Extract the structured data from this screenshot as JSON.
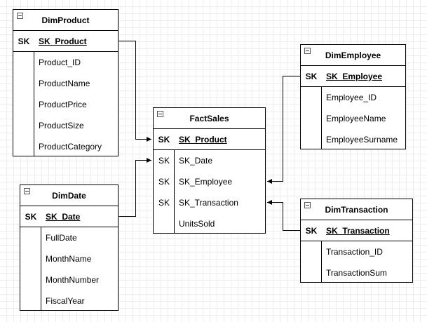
{
  "tables": {
    "dim_product": {
      "title": "DimProduct",
      "pk": {
        "key": "SK",
        "name": "SK_Product"
      },
      "fields": [
        "Product_ID",
        "ProductName",
        "ProductPrice",
        "ProductSize",
        "ProductCategory"
      ]
    },
    "dim_date": {
      "title": "DimDate",
      "pk": {
        "key": "SK",
        "name": "SK_Date"
      },
      "fields": [
        "FullDate",
        "MonthName",
        "MonthNumber",
        "FiscalYear"
      ]
    },
    "fact_sales": {
      "title": "FactSales",
      "pk": {
        "key": "SK",
        "name": "SK_Product"
      },
      "rows": [
        {
          "key": "SK",
          "name": "SK_Date"
        },
        {
          "key": "SK",
          "name": "SK_Employee"
        },
        {
          "key": "SK",
          "name": "SK_Transaction"
        },
        {
          "key": "",
          "name": "UnitsSold"
        }
      ]
    },
    "dim_employee": {
      "title": "DimEmployee",
      "pk": {
        "key": "SK",
        "name": "SK_Employee"
      },
      "fields": [
        "Employee_ID",
        "EmployeeName",
        "EmployeeSurname"
      ]
    },
    "dim_transaction": {
      "title": "DimTransaction",
      "pk": {
        "key": "SK",
        "name": "SK_Transaction"
      },
      "fields": [
        "Transaction_ID",
        "TransactionSum"
      ]
    }
  }
}
